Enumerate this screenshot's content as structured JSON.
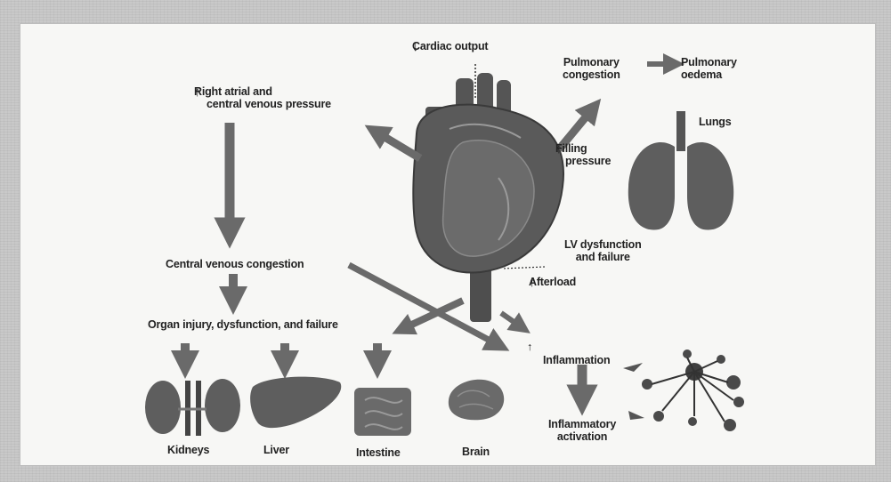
{
  "labels": {
    "cardiac_output": "Cardiac output",
    "right_atrial_1": "Right atrial and",
    "right_atrial_2": "central venous pressure",
    "pulmonary_congestion_1": "Pulmonary",
    "pulmonary_congestion_2": "congestion",
    "pulmonary_oedema_1": "Pulmonary",
    "pulmonary_oedema_2": "oedema",
    "lungs": "Lungs",
    "filling_pressure_1": "Filling",
    "filling_pressure_2": "pressure",
    "lv_dysfunction_1": "LV dysfunction",
    "lv_dysfunction_2": "and failure",
    "afterload": "Afterload",
    "central_venous_congestion": "Central venous congestion",
    "organ_injury": "Organ injury, dysfunction, and failure",
    "inflammation": "Inflammation",
    "inflammatory_activation_1": "Inflammatory",
    "inflammatory_activation_2": "activation",
    "kidneys": "Kidneys",
    "liver": "Liver",
    "intestine": "Intestine",
    "brain": "Brain"
  },
  "symbols": {
    "up": "↑",
    "down": "↓"
  },
  "colors": {
    "arrow": "#6a6a6a",
    "organ": "#5e5e5e",
    "organ_dark": "#3f3f3f",
    "background": "#f7f7f5"
  }
}
